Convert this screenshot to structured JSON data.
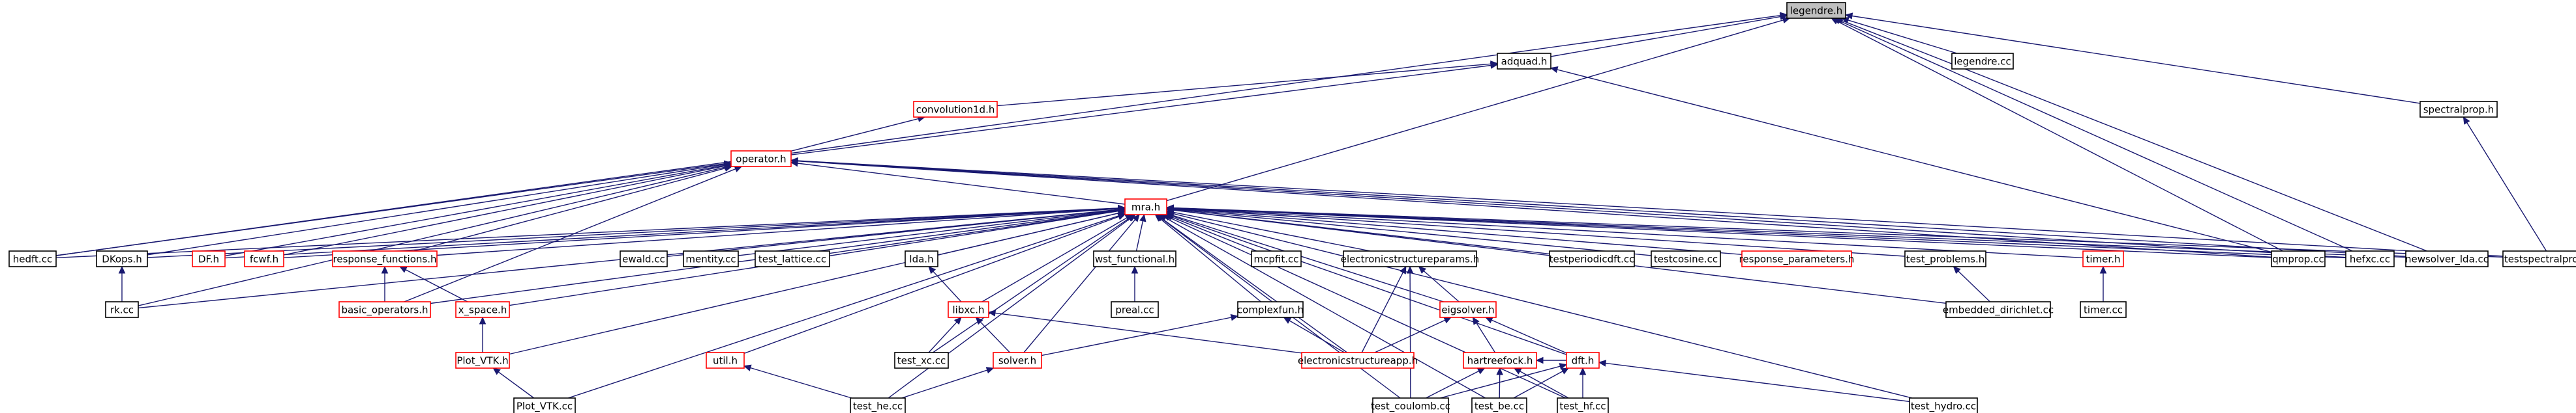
{
  "colors": {
    "edge": "#191970",
    "link_border": "#000000",
    "incomplete_border": "#ff0000",
    "root_fill": "#bfbfbf"
  },
  "graph": {
    "root": "legendre.h",
    "nodes": [
      {
        "id": "legendre_h",
        "label": "legendre.h",
        "kind": "root"
      },
      {
        "id": "adquad_h",
        "label": "adquad.h",
        "kind": "black"
      },
      {
        "id": "legendre_cc",
        "label": "legendre.cc",
        "kind": "black"
      },
      {
        "id": "spectralprop_h",
        "label": "spectralprop.h",
        "kind": "black"
      },
      {
        "id": "convolution1d_h",
        "label": "convolution1d.h",
        "kind": "red"
      },
      {
        "id": "operator_h",
        "label": "operator.h",
        "kind": "red"
      },
      {
        "id": "mra_h",
        "label": "mra.h",
        "kind": "red"
      },
      {
        "id": "hedft_cc",
        "label": "hedft.cc",
        "kind": "black"
      },
      {
        "id": "dkops_h",
        "label": "DKops.h",
        "kind": "black"
      },
      {
        "id": "df_h",
        "label": "DF.h",
        "kind": "red"
      },
      {
        "id": "fcwf_h",
        "label": "fcwf.h",
        "kind": "red"
      },
      {
        "id": "response_functions_h",
        "label": "response_functions.h",
        "kind": "red"
      },
      {
        "id": "ewald_cc",
        "label": "ewald.cc",
        "kind": "black"
      },
      {
        "id": "mentity_cc",
        "label": "mentity.cc",
        "kind": "black"
      },
      {
        "id": "test_lattice_cc",
        "label": "test_lattice.cc",
        "kind": "black"
      },
      {
        "id": "lda_h",
        "label": "lda.h",
        "kind": "black"
      },
      {
        "id": "wst_functional_h",
        "label": "wst_functional.h",
        "kind": "black"
      },
      {
        "id": "mcpfit_cc",
        "label": "mcpfit.cc",
        "kind": "black"
      },
      {
        "id": "electronicstructureparams_h",
        "label": "electronicstructureparams.h",
        "kind": "black"
      },
      {
        "id": "testperiodicdft_cc",
        "label": "testperiodicdft.cc",
        "kind": "black"
      },
      {
        "id": "testcosine_cc",
        "label": "testcosine.cc",
        "kind": "black"
      },
      {
        "id": "response_parameters_h",
        "label": "response_parameters.h",
        "kind": "red"
      },
      {
        "id": "test_problems_h",
        "label": "test_problems.h",
        "kind": "black"
      },
      {
        "id": "timer_h",
        "label": "timer.h",
        "kind": "red"
      },
      {
        "id": "qmprop_cc",
        "label": "qmprop.cc",
        "kind": "black"
      },
      {
        "id": "hefxc_cc",
        "label": "hefxc.cc",
        "kind": "black"
      },
      {
        "id": "newsolver_lda_cc",
        "label": "newsolver_lda.cc",
        "kind": "black"
      },
      {
        "id": "testspectralprop_cc",
        "label": "testspectralprop.cc",
        "kind": "black"
      },
      {
        "id": "rk_cc",
        "label": "rk.cc",
        "kind": "black"
      },
      {
        "id": "basic_operators_h",
        "label": "basic_operators.h",
        "kind": "red"
      },
      {
        "id": "x_space_h",
        "label": "x_space.h",
        "kind": "red"
      },
      {
        "id": "libxc_h",
        "label": "libxc.h",
        "kind": "red"
      },
      {
        "id": "preal_cc",
        "label": "preal.cc",
        "kind": "black"
      },
      {
        "id": "complexfun_h",
        "label": "complexfun.h",
        "kind": "black"
      },
      {
        "id": "eigsolver_h",
        "label": "eigsolver.h",
        "kind": "red"
      },
      {
        "id": "embedded_dirichlet_cc",
        "label": "embedded_dirichlet.cc",
        "kind": "black"
      },
      {
        "id": "timer_cc",
        "label": "timer.cc",
        "kind": "black"
      },
      {
        "id": "plot_vtk_h",
        "label": "Plot_VTK.h",
        "kind": "red"
      },
      {
        "id": "test_xc_cc",
        "label": "test_xc.cc",
        "kind": "black"
      },
      {
        "id": "solver_h",
        "label": "solver.h",
        "kind": "red"
      },
      {
        "id": "electronicstructureapp_h",
        "label": "electronicstructureapp.h",
        "kind": "red"
      },
      {
        "id": "hartreefock_h",
        "label": "hartreefock.h",
        "kind": "red"
      },
      {
        "id": "dft_h",
        "label": "dft.h",
        "kind": "red"
      },
      {
        "id": "util_h",
        "label": "util.h",
        "kind": "red"
      },
      {
        "id": "plot_vtk_cc",
        "label": "Plot_VTK.cc",
        "kind": "black"
      },
      {
        "id": "test_he_cc",
        "label": "test_he.cc",
        "kind": "black"
      },
      {
        "id": "test_coulomb_cc",
        "label": "test_coulomb.cc",
        "kind": "black"
      },
      {
        "id": "test_be_cc",
        "label": "test_be.cc",
        "kind": "black"
      },
      {
        "id": "test_hf_cc",
        "label": "test_hf.cc",
        "kind": "black"
      },
      {
        "id": "test_hydro_cc",
        "label": "test_hydro.cc",
        "kind": "black"
      }
    ],
    "edges": [
      [
        "adquad_h",
        "legendre_h"
      ],
      [
        "legendre_cc",
        "legendre_h"
      ],
      [
        "spectralprop_h",
        "legendre_h"
      ],
      [
        "mra_h",
        "legendre_h"
      ],
      [
        "hedft_cc",
        "legendre_h"
      ],
      [
        "hefxc_cc",
        "legendre_h"
      ],
      [
        "newsolver_lda_cc",
        "legendre_h"
      ],
      [
        "qmprop_cc",
        "legendre_h"
      ],
      [
        "convolution1d_h",
        "adquad_h"
      ],
      [
        "operator_h",
        "adquad_h"
      ],
      [
        "qmprop_cc",
        "adquad_h"
      ],
      [
        "operator_h",
        "convolution1d_h"
      ],
      [
        "testspectralprop_cc",
        "spectralprop_h"
      ],
      [
        "mra_h",
        "operator_h"
      ],
      [
        "hedft_cc",
        "operator_h"
      ],
      [
        "dkops_h",
        "operator_h"
      ],
      [
        "df_h",
        "operator_h"
      ],
      [
        "fcwf_h",
        "operator_h"
      ],
      [
        "response_functions_h",
        "operator_h"
      ],
      [
        "rk_cc",
        "operator_h"
      ],
      [
        "basic_operators_h",
        "operator_h"
      ],
      [
        "qmprop_cc",
        "operator_h"
      ],
      [
        "hefxc_cc",
        "operator_h"
      ],
      [
        "newsolver_lda_cc",
        "operator_h"
      ],
      [
        "testspectralprop_cc",
        "operator_h"
      ],
      [
        "hedft_cc",
        "mra_h"
      ],
      [
        "dkops_h",
        "mra_h"
      ],
      [
        "df_h",
        "mra_h"
      ],
      [
        "fcwf_h",
        "mra_h"
      ],
      [
        "response_functions_h",
        "mra_h"
      ],
      [
        "ewald_cc",
        "mra_h"
      ],
      [
        "mentity_cc",
        "mra_h"
      ],
      [
        "test_lattice_cc",
        "mra_h"
      ],
      [
        "lda_h",
        "mra_h"
      ],
      [
        "wst_functional_h",
        "mra_h"
      ],
      [
        "mcpfit_cc",
        "mra_h"
      ],
      [
        "electronicstructureparams_h",
        "mra_h"
      ],
      [
        "testperiodicdft_cc",
        "mra_h"
      ],
      [
        "testcosine_cc",
        "mra_h"
      ],
      [
        "response_parameters_h",
        "mra_h"
      ],
      [
        "test_problems_h",
        "mra_h"
      ],
      [
        "timer_h",
        "mra_h"
      ],
      [
        "qmprop_cc",
        "mra_h"
      ],
      [
        "hefxc_cc",
        "mra_h"
      ],
      [
        "newsolver_lda_cc",
        "mra_h"
      ],
      [
        "testspectralprop_cc",
        "mra_h"
      ],
      [
        "rk_cc",
        "mra_h"
      ],
      [
        "basic_operators_h",
        "mra_h"
      ],
      [
        "x_space_h",
        "mra_h"
      ],
      [
        "libxc_h",
        "mra_h"
      ],
      [
        "complexfun_h",
        "mra_h"
      ],
      [
        "eigsolver_h",
        "mra_h"
      ],
      [
        "embedded_dirichlet_cc",
        "mra_h"
      ],
      [
        "plot_vtk_h",
        "mra_h"
      ],
      [
        "test_xc_cc",
        "mra_h"
      ],
      [
        "solver_h",
        "mra_h"
      ],
      [
        "dft_h",
        "mra_h"
      ],
      [
        "util_h",
        "mra_h"
      ],
      [
        "plot_vtk_cc",
        "mra_h"
      ],
      [
        "test_he_cc",
        "mra_h"
      ],
      [
        "test_coulomb_cc",
        "mra_h"
      ],
      [
        "test_be_cc",
        "mra_h"
      ],
      [
        "test_hf_cc",
        "mra_h"
      ],
      [
        "test_hydro_cc",
        "mra_h"
      ],
      [
        "electronicstructureapp_h",
        "mra_h"
      ],
      [
        "rk_cc",
        "dkops_h"
      ],
      [
        "basic_operators_h",
        "response_functions_h"
      ],
      [
        "x_space_h",
        "response_functions_h"
      ],
      [
        "libxc_h",
        "lda_h"
      ],
      [
        "preal_cc",
        "wst_functional_h"
      ],
      [
        "eigsolver_h",
        "electronicstructureparams_h"
      ],
      [
        "electronicstructureapp_h",
        "electronicstructureparams_h"
      ],
      [
        "test_coulomb_cc",
        "electronicstructureparams_h"
      ],
      [
        "embedded_dirichlet_cc",
        "test_problems_h"
      ],
      [
        "timer_cc",
        "timer_h"
      ],
      [
        "plot_vtk_h",
        "x_space_h"
      ],
      [
        "plot_vtk_cc",
        "plot_vtk_h"
      ],
      [
        "test_xc_cc",
        "libxc_h"
      ],
      [
        "solver_h",
        "libxc_h"
      ],
      [
        "electronicstructureapp_h",
        "libxc_h"
      ],
      [
        "solver_h",
        "complexfun_h"
      ],
      [
        "electronicstructureapp_h",
        "complexfun_h"
      ],
      [
        "hartreefock_h",
        "eigsolver_h"
      ],
      [
        "dft_h",
        "eigsolver_h"
      ],
      [
        "electronicstructureapp_h",
        "eigsolver_h"
      ],
      [
        "test_he_cc",
        "solver_h"
      ],
      [
        "test_he_cc",
        "util_h"
      ],
      [
        "dft_h",
        "hartreefock_h"
      ],
      [
        "test_coulomb_cc",
        "hartreefock_h"
      ],
      [
        "test_be_cc",
        "hartreefock_h"
      ],
      [
        "test_hf_cc",
        "hartreefock_h"
      ],
      [
        "test_coulomb_cc",
        "dft_h"
      ],
      [
        "test_be_cc",
        "dft_h"
      ],
      [
        "test_hf_cc",
        "dft_h"
      ],
      [
        "test_hydro_cc",
        "dft_h"
      ]
    ]
  }
}
